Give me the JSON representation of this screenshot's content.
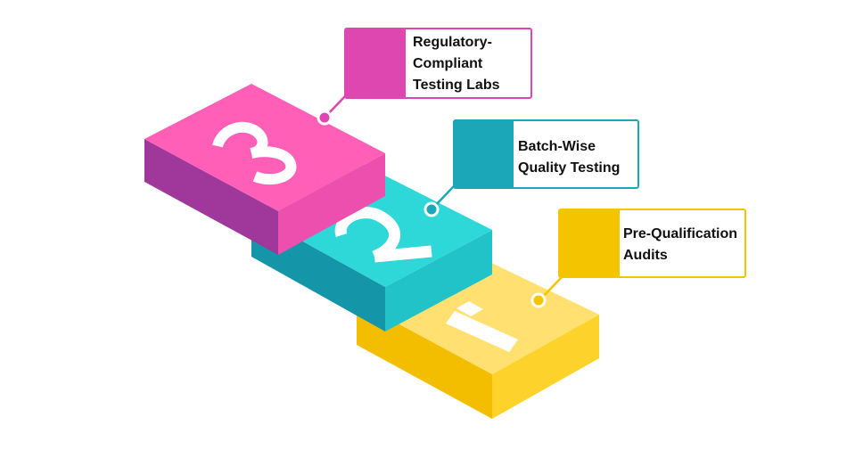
{
  "diagram": {
    "steps": [
      {
        "number": "1",
        "label_lines": [
          "Pre-Qualification",
          "Audits"
        ],
        "color": "#F5C400",
        "accent": "#FFE37A"
      },
      {
        "number": "2",
        "label_lines": [
          "Batch-Wise",
          "Quality Testing"
        ],
        "color": "#1BA7B8",
        "accent": "#2ED6D6"
      },
      {
        "number": "3",
        "label_lines": [
          "Regulatory-",
          "Compliant",
          "Testing Labs"
        ],
        "color": "#DE46B0",
        "accent": "#FF62B8"
      }
    ]
  }
}
